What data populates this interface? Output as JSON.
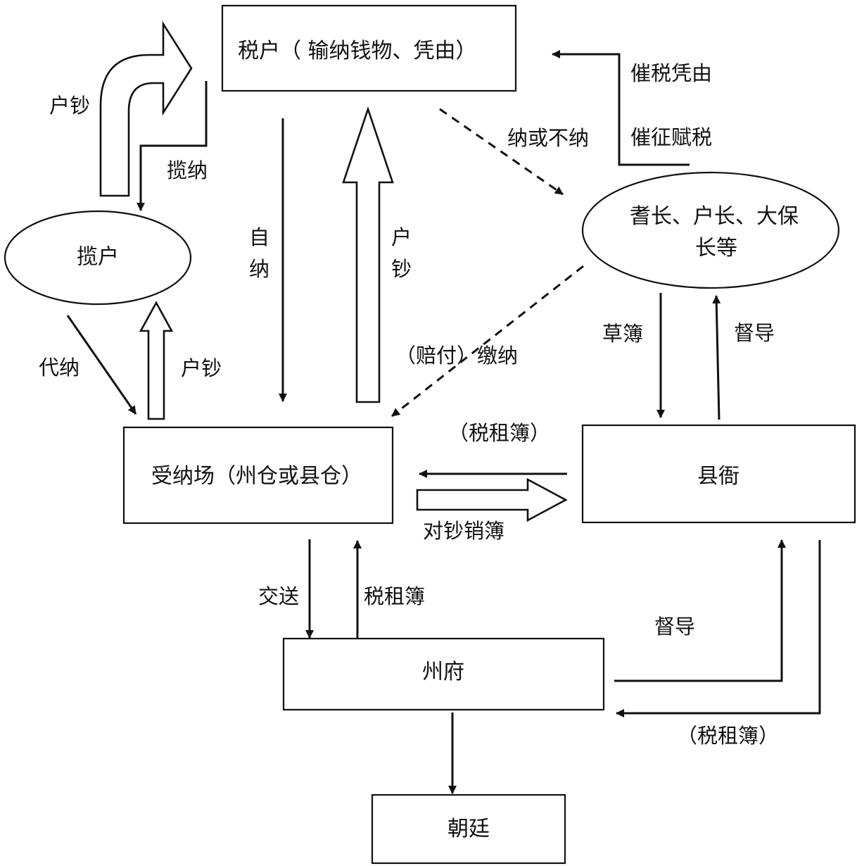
{
  "nodes": {
    "taxpayer": "税户（ 输纳钱物、凭由）",
    "lanhu": "揽户",
    "elders_line1": "耆长、户长、大保",
    "elders_line2": "长等",
    "receiving": "受纳场（州仓或县仓）",
    "county": "县衙",
    "prefecture": "州府",
    "court": "朝廷"
  },
  "labels": {
    "hu_chao_top_left": "户钞",
    "lan_na": "揽纳",
    "zi": "自",
    "na": "纳",
    "hu_vertical_1": "户",
    "hu_vertical_2": "钞",
    "dai_na": "代纳",
    "hu_chao_small": "户钞",
    "cui_shui_ping_you": "催税凭由",
    "cui_zheng_fu_shui": "催征赋税",
    "na_huo_bu_na": "纳或不纳",
    "pei_fu_jiao_na": "（赔付）缴纳",
    "cao_bu": "草簿",
    "du_dao_upper": "督导",
    "shui_zu_bu_paren_mid": "（税租簿）",
    "dui_chao_xiao_bu": "对钞销簿",
    "jiao_song": "交送",
    "shui_zu_bu": "税租簿",
    "du_dao_lower": "督导",
    "shui_zu_bu_paren_low": "（税租簿）"
  }
}
